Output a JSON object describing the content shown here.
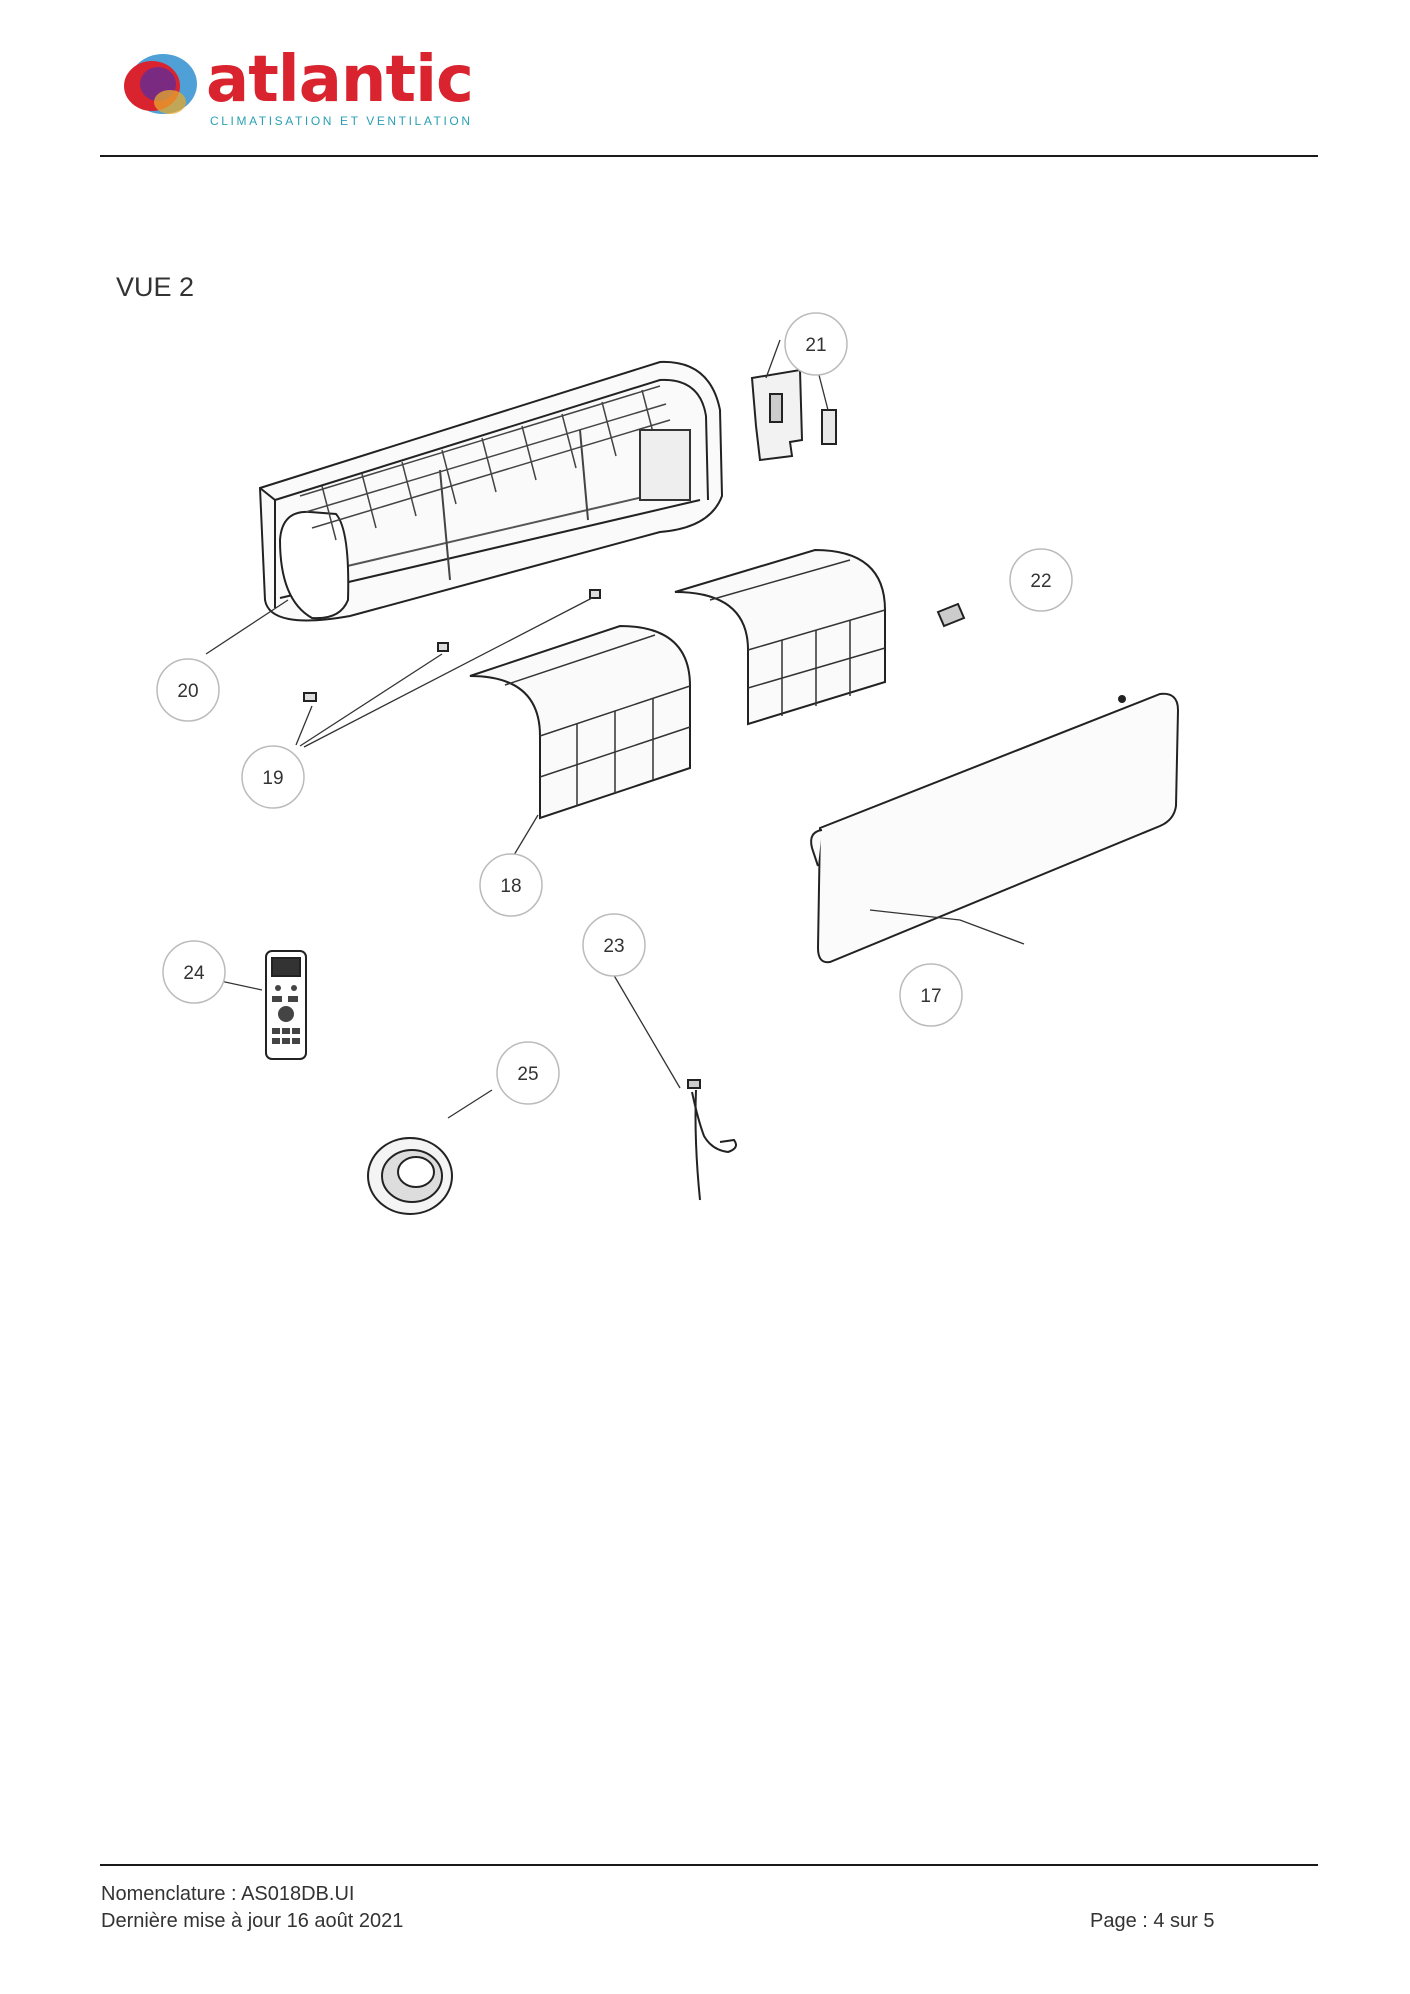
{
  "header": {
    "brand": "atlantic",
    "tagline": "CLIMATISATION ET VENTILATION",
    "colors": {
      "brand_red": "#d9232e",
      "tagline_teal": "#2a9fb4",
      "logo_purple": "#7b2a82",
      "logo_blue": "#2f8fd0"
    }
  },
  "view_title": "VUE 2",
  "callouts": [
    "17",
    "18",
    "19",
    "20",
    "21",
    "22",
    "23",
    "24",
    "25"
  ],
  "footer": {
    "nomenclature": "Nomenclature : AS018DB.UI",
    "updated": "Dernière mise à jour 16 août 2021",
    "page": "Page : 4 sur 5"
  }
}
